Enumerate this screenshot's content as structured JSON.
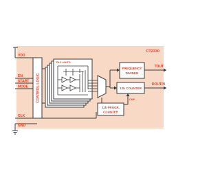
{
  "chip": {
    "name": "CT2330"
  },
  "pins": {
    "vdd": "VDD",
    "en": "EN",
    "start": "START",
    "mode": "MODE",
    "clk": "CLK",
    "gnd": "GND",
    "tout": "TOUT",
    "doutn": "DOUT/N"
  },
  "blocks": {
    "control_logic": "CONTROL LOGIC",
    "delay_cells": "DLY UNITS",
    "freq_divider_line1": "FREQUENCY",
    "freq_divider_line2": "DIVIDER",
    "counter12": "12b COUNTER",
    "counter11_line1": "11b PROGR.",
    "counter11_line2": "COUNTER",
    "cmp": "CMP"
  },
  "colors": {
    "chip_fill": "#f8d9c6",
    "line": "#3a3a3a",
    "text": "#e8402a",
    "block_fill": "#ffffff"
  }
}
